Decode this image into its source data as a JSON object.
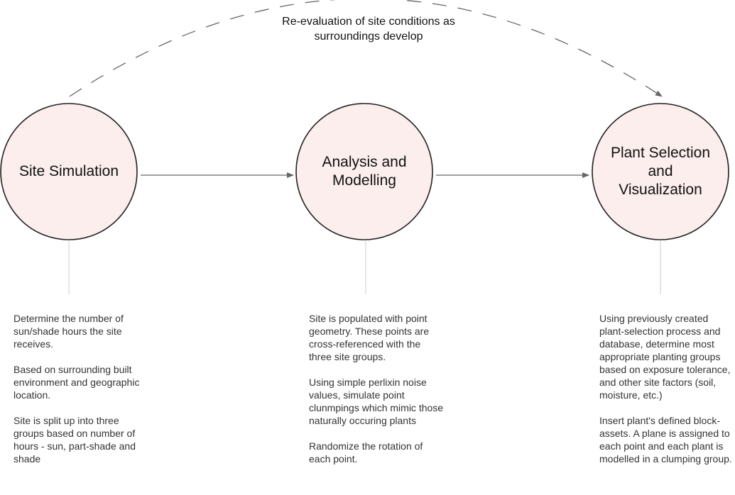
{
  "colors": {
    "circle_fill": "#fbeeec",
    "circle_stroke": "#222222",
    "arrow": "#666666",
    "connector": "#cccccc",
    "text": "#111111",
    "desc_text": "#333333"
  },
  "loop_arrow": {
    "label": "Re-evaluation of site conditions as surroundings develop",
    "style": "dashed"
  },
  "stages": [
    {
      "title": "Site Simulation",
      "description": [
        "Determine the number of sun/shade hours the site receives.",
        "Based on surrounding built environment and geographic location.",
        "Site is split up into three groups based on number of hours - sun, part-shade and shade"
      ]
    },
    {
      "title": "Analysis and Modelling",
      "description": [
        "Site is populated with point geometry. These points are cross-referenced with the three site groups.",
        "Using simple perlixin noise values, simulate point clunmpings which mimic those naturally occuring plants",
        "Randomize the rotation of each point."
      ]
    },
    {
      "title": "Plant Selection and Visualization",
      "description": [
        "Using previously created plant-selection process and database, determine most appropriate planting groups based on exposure tolerance, and other site factors (soil, moisture, etc.)",
        "Insert plant's defined block-assets. A plane is assigned to each point and each plant is modelled in a clumping group."
      ]
    }
  ]
}
